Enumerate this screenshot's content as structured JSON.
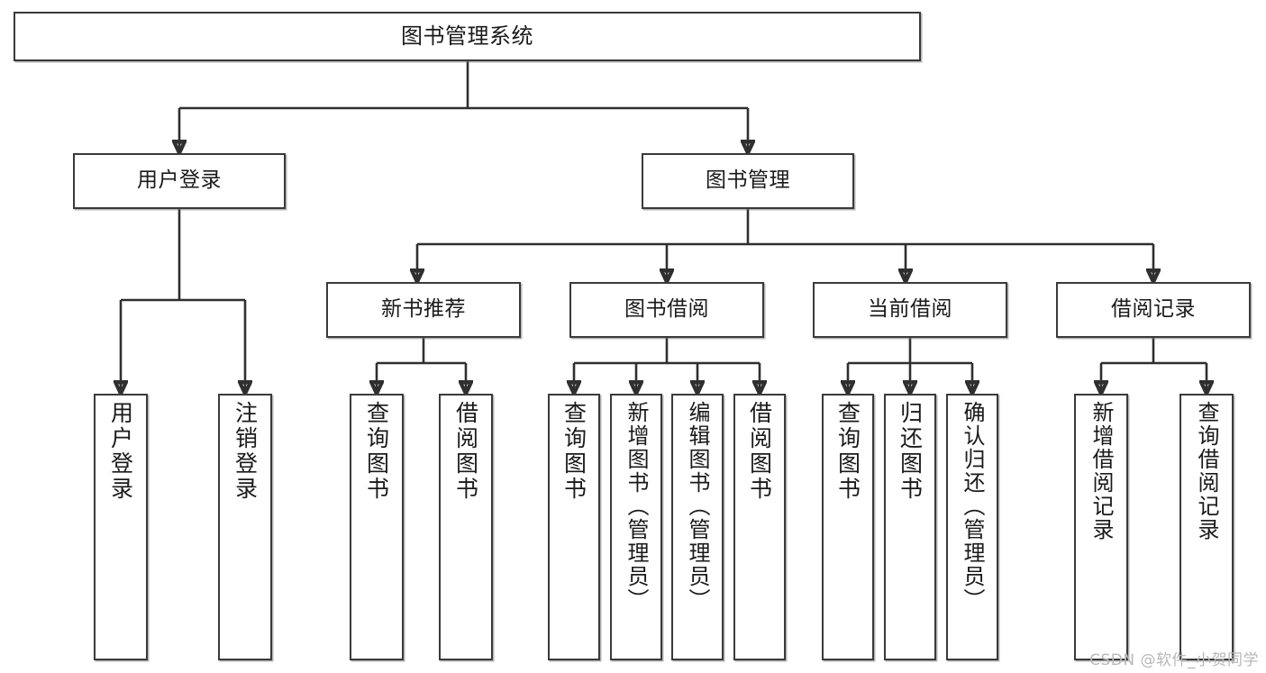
{
  "diagram": {
    "type": "hierarchy-tree",
    "title": "图书管理系统",
    "watermark": "CSDN @软件_小贺同学",
    "root": {
      "label": "图书管理系统"
    },
    "level2": [
      {
        "label": "用户登录"
      },
      {
        "label": "图书管理"
      }
    ],
    "level3": [
      {
        "label": "新书推荐"
      },
      {
        "label": "图书借阅"
      },
      {
        "label": "当前借阅"
      },
      {
        "label": "借阅记录"
      }
    ],
    "leaves": {
      "user_login": [
        {
          "label": "用户登录"
        },
        {
          "label": "注销登录"
        }
      ],
      "new_book_recommend": [
        {
          "label": "查询图书"
        },
        {
          "label": "借阅图书"
        }
      ],
      "book_borrow": [
        {
          "label": "查询图书"
        },
        {
          "label": "新增图书（管理员）"
        },
        {
          "label": "编辑图书（管理员）"
        },
        {
          "label": "借阅图书"
        }
      ],
      "current_borrow": [
        {
          "label": "查询图书"
        },
        {
          "label": "归还图书"
        },
        {
          "label": "确认归还（管理员）"
        }
      ],
      "borrow_record": [
        {
          "label": "新增借阅记录"
        },
        {
          "label": "查询借阅记录"
        }
      ]
    }
  },
  "colors": {
    "border": "#3a3a3a",
    "line": "#2f2f2f",
    "background": "#ffffff",
    "watermark": "#b8b8b8"
  }
}
